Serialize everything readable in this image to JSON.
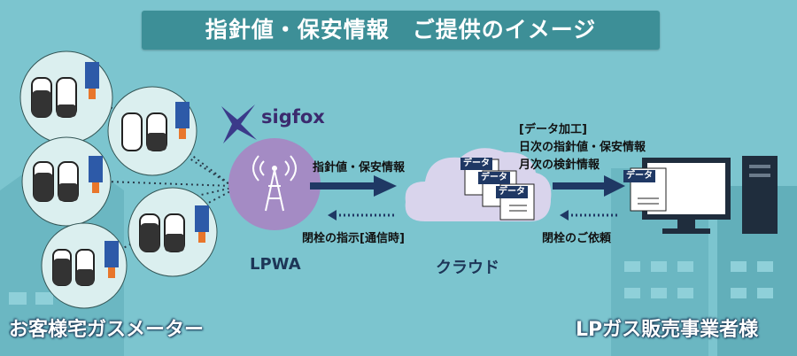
{
  "title": "指針値・保安情報　ご提供のイメージ",
  "brand": "sigfox",
  "labels": {
    "lpwa": "LPWA",
    "cloud": "クラウド",
    "customer": "お客様宅ガスメーター",
    "dealer": "LPガス販売事業者様",
    "upload": "指針値・保安情報",
    "close_instruction": "閉栓の指示[通信時]",
    "data_line1": "[データ加工]",
    "data_line2": "日次の指針値・保安情報",
    "data_line3": "月次の検針情報",
    "close_request": "閉栓のご依頼"
  },
  "doc_tags": [
    "データ",
    "データ",
    "データ",
    "データ"
  ],
  "colors": {
    "background": "#7cc5cf",
    "title_bar": "#3d8f97",
    "arrow": "#1f3864",
    "circle": "#a48bc4",
    "cloud": "#d9d4ec"
  }
}
